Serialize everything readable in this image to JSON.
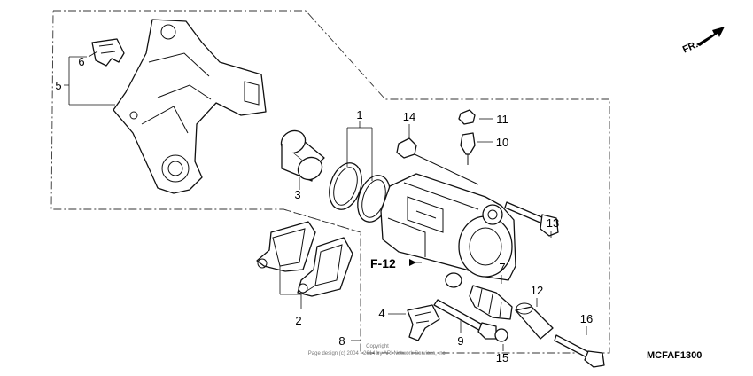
{
  "diagram": {
    "direction_label": "FR.",
    "diagram_code": "MCFAF1300",
    "reference_label": "F-12",
    "copyright_line1": "Copyright",
    "copyright_line2": "Page design (c) 2004 - 2014 by ARI Network Services, Inc.",
    "callouts": {
      "c1": "1",
      "c2": "2",
      "c3": "3",
      "c4": "4",
      "c5": "5",
      "c6": "6",
      "c7": "7",
      "c8": "8",
      "c9": "9",
      "c10": "10",
      "c11": "11",
      "c12": "12",
      "c13": "13",
      "c14": "14",
      "c15": "15",
      "c16": "16"
    }
  }
}
